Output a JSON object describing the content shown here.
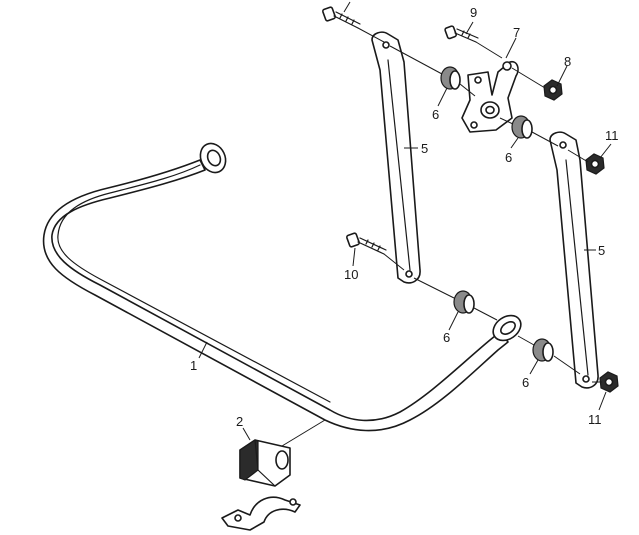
{
  "callouts": {
    "c1": "1",
    "c2": "2",
    "c5a": "5",
    "c5b": "5",
    "c6a": "6",
    "c6b": "6",
    "c6c": "6",
    "c6d": "6",
    "c7": "7",
    "c8": "8",
    "c9": "9",
    "c10": "10",
    "c11a": "11",
    "c11b": "11"
  }
}
